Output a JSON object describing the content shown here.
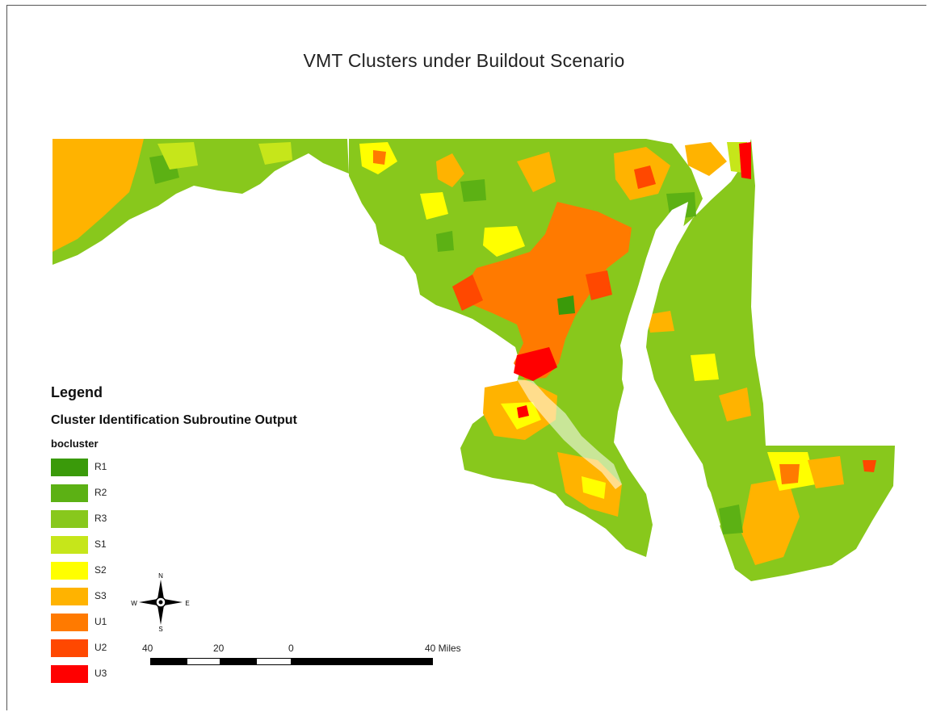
{
  "title": "VMT Clusters under Buildout Scenario",
  "legend": {
    "title": "Legend",
    "subtitle": "Cluster Identification Subroutine Output",
    "field": "bocluster",
    "items": [
      {
        "label": "R1",
        "color": "#3a9a0a"
      },
      {
        "label": "R2",
        "color": "#5cb114"
      },
      {
        "label": "R3",
        "color": "#88c81c"
      },
      {
        "label": "S1",
        "color": "#c6e61a"
      },
      {
        "label": "S2",
        "color": "#ffff00"
      },
      {
        "label": "S3",
        "color": "#ffb300"
      },
      {
        "label": "U1",
        "color": "#ff7a00"
      },
      {
        "label": "U2",
        "color": "#ff4800"
      },
      {
        "label": "U3",
        "color": "#ff0000"
      }
    ]
  },
  "compass": {
    "n": "N",
    "s": "S",
    "e": "E",
    "w": "W"
  },
  "scale_bar": {
    "labels": [
      "40",
      "20",
      "0",
      "40 Miles"
    ]
  },
  "colors": {
    "background": "#ffffff",
    "land_base": "#88c81c"
  }
}
